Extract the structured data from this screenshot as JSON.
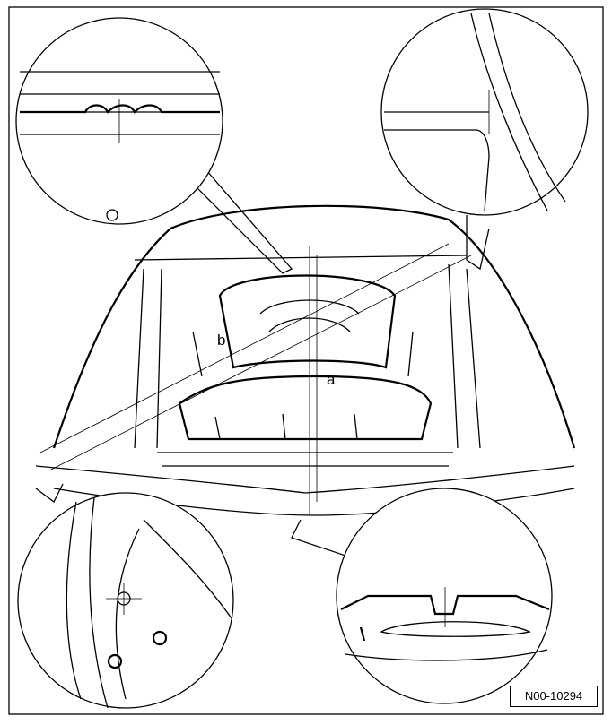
{
  "figure": {
    "reference_number": "N00-10294",
    "labels": {
      "a": "a",
      "b": "b"
    }
  }
}
